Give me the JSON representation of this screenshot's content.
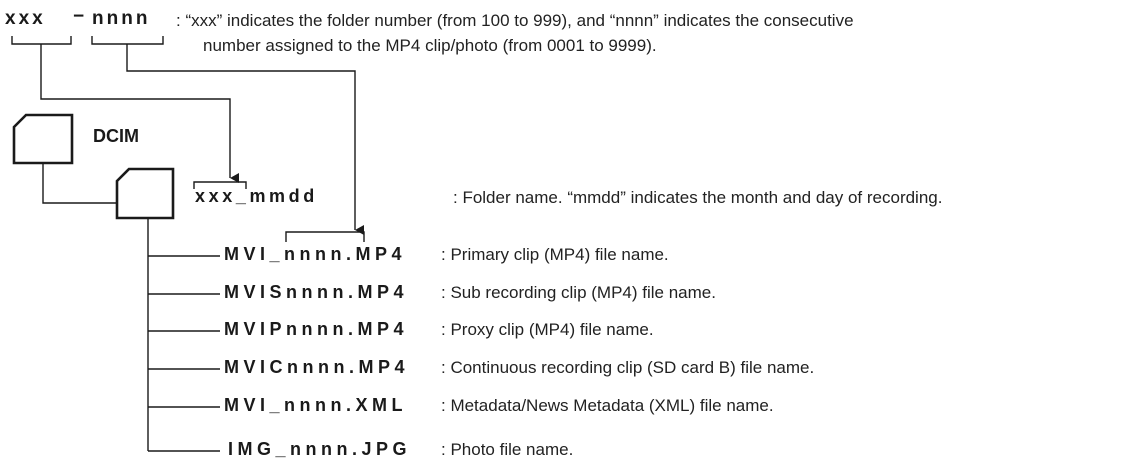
{
  "header": {
    "code_xxx": "xxx",
    "dash": "−",
    "code_nnnn": "nnnn",
    "description_line1": ": “xxx” indicates the folder number (from 100 to 999), and “nnnn” indicates the consecutive",
    "description_line2": "number assigned to the MP4 clip/photo (from 0001 to 9999)."
  },
  "root_folder": {
    "label": "DCIM",
    "icon": "folder-icon"
  },
  "sub_folder": {
    "label": "xxx_mmdd",
    "description": ": Folder name. “mmdd” indicates the month and day of recording.",
    "icon": "folder-icon"
  },
  "files": [
    {
      "name": "MVI_nnnn.MP4",
      "description": ": Primary clip (MP4) file name."
    },
    {
      "name": "MVISnnnn.MP4",
      "description": ": Sub recording clip (MP4) file name."
    },
    {
      "name": "MVIPnnnn.MP4",
      "description": ": Proxy clip (MP4) file name."
    },
    {
      "name": "MVICnnnn.MP4",
      "description": ": Continuous recording clip (SD card B) file name."
    },
    {
      "name": "MVI_nnnn.XML",
      "description": ": Metadata/News Metadata (XML) file name."
    },
    {
      "name": "IMG_nnnn.JPG",
      "description": ": Photo file name."
    }
  ]
}
